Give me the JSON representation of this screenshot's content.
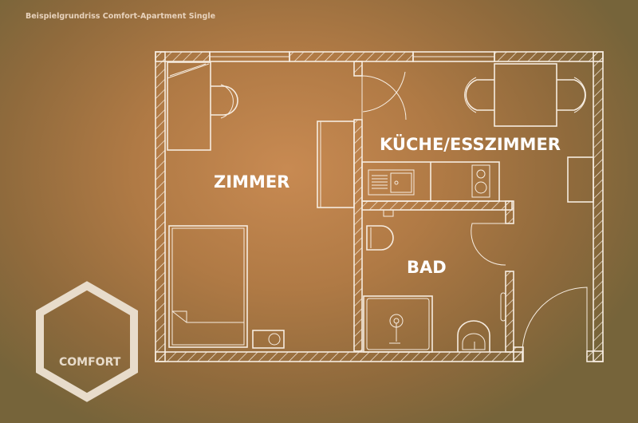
{
  "caption": "Beispielgrundriss Comfort-Apartment Single",
  "rooms": {
    "zimmer": "ZIMMER",
    "kueche": "KÜCHE/ESSZIMMER",
    "bad": "BAD"
  },
  "badge": {
    "label": "COMFORT",
    "icon": "hexagon-icon"
  },
  "colors": {
    "background": "#b07a45",
    "lines": "#f6ece0",
    "badge": "#e8dccb"
  }
}
